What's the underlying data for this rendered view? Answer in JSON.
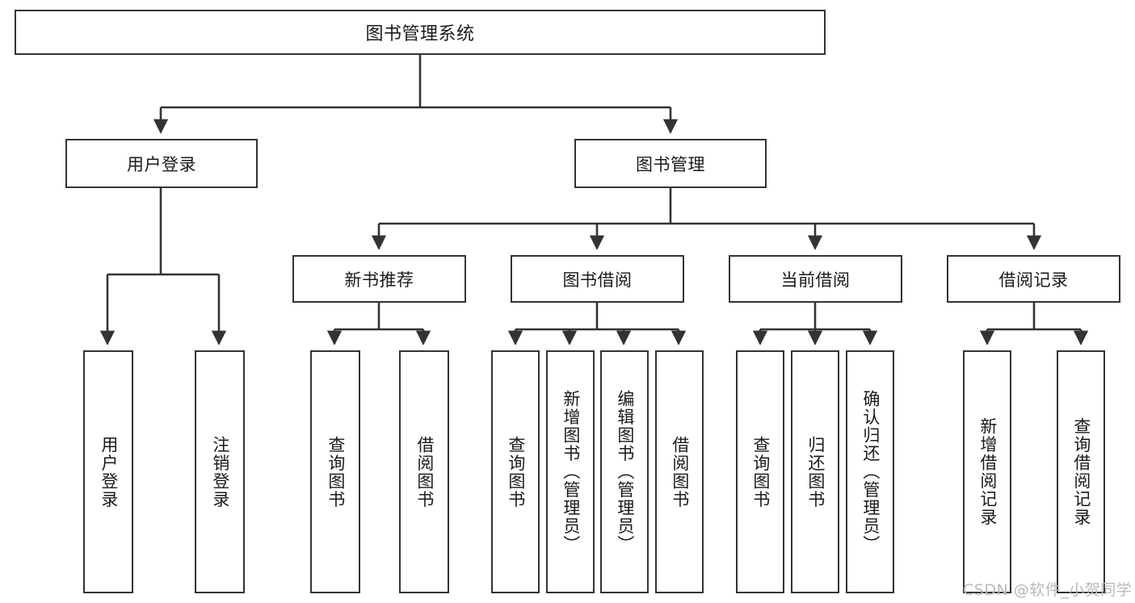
{
  "diagram": {
    "type": "tree-hierarchy",
    "title": "图书管理系统",
    "root": {
      "label": "图书管理系统"
    },
    "level2": [
      {
        "id": "user-login",
        "label": "用户登录"
      },
      {
        "id": "book-manage",
        "label": "图书管理"
      }
    ],
    "level3": [
      {
        "id": "new-book-recommend",
        "label": "新书推荐",
        "parent": "book-manage"
      },
      {
        "id": "book-borrow",
        "label": "图书借阅",
        "parent": "book-manage"
      },
      {
        "id": "current-borrow",
        "label": "当前借阅",
        "parent": "book-manage"
      },
      {
        "id": "borrow-record",
        "label": "借阅记录",
        "parent": "book-manage"
      }
    ],
    "leaves": [
      {
        "id": "leaf-user-login",
        "label": "用户登录",
        "parent": "user-login"
      },
      {
        "id": "leaf-logout",
        "label": "注销登录",
        "parent": "user-login"
      },
      {
        "id": "leaf-query-book-1",
        "label": "查询图书",
        "parent": "new-book-recommend"
      },
      {
        "id": "leaf-borrow-book-1",
        "label": "借阅图书",
        "parent": "new-book-recommend"
      },
      {
        "id": "leaf-query-book-2",
        "label": "查询图书",
        "parent": "book-borrow"
      },
      {
        "id": "leaf-add-book",
        "label": "新增图书（管理员）",
        "parent": "book-borrow"
      },
      {
        "id": "leaf-edit-book",
        "label": "编辑图书（管理员）",
        "parent": "book-borrow"
      },
      {
        "id": "leaf-borrow-book-2",
        "label": "借阅图书",
        "parent": "book-borrow"
      },
      {
        "id": "leaf-query-book-3",
        "label": "查询图书",
        "parent": "current-borrow"
      },
      {
        "id": "leaf-return-book",
        "label": "归还图书",
        "parent": "current-borrow"
      },
      {
        "id": "leaf-confirm-return",
        "label": "确认归还（管理员）",
        "parent": "current-borrow"
      },
      {
        "id": "leaf-add-record",
        "label": "新增借阅记录",
        "parent": "borrow-record"
      },
      {
        "id": "leaf-query-record",
        "label": "查询借阅记录",
        "parent": "borrow-record"
      }
    ],
    "watermark": "CSDN @软件_小贺同学",
    "colors": {
      "stroke": "#333333",
      "fill": "#ffffff",
      "text": "#1a1a1a",
      "watermark": "#b9b9b9"
    }
  }
}
